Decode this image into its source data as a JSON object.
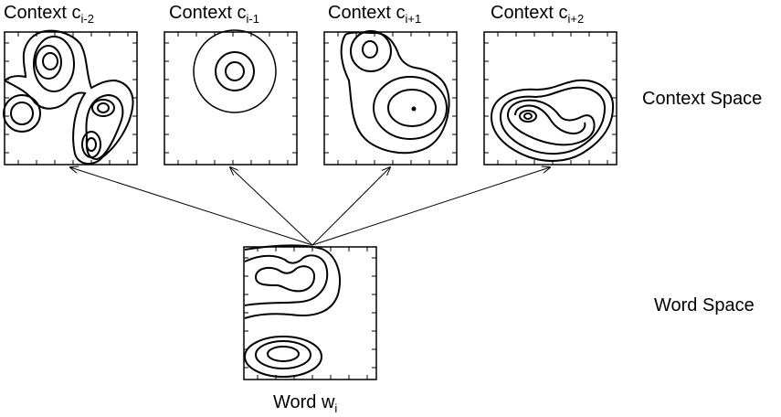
{
  "labels": {
    "context_base": "Context c",
    "contexts": [
      {
        "subscript": "i-2"
      },
      {
        "subscript": "i-1"
      },
      {
        "subscript": "i+1"
      },
      {
        "subscript": "i+2"
      }
    ],
    "word_base": "Word w",
    "word_subscript": "i",
    "context_space": "Context Space",
    "word_space": "Word Space"
  }
}
